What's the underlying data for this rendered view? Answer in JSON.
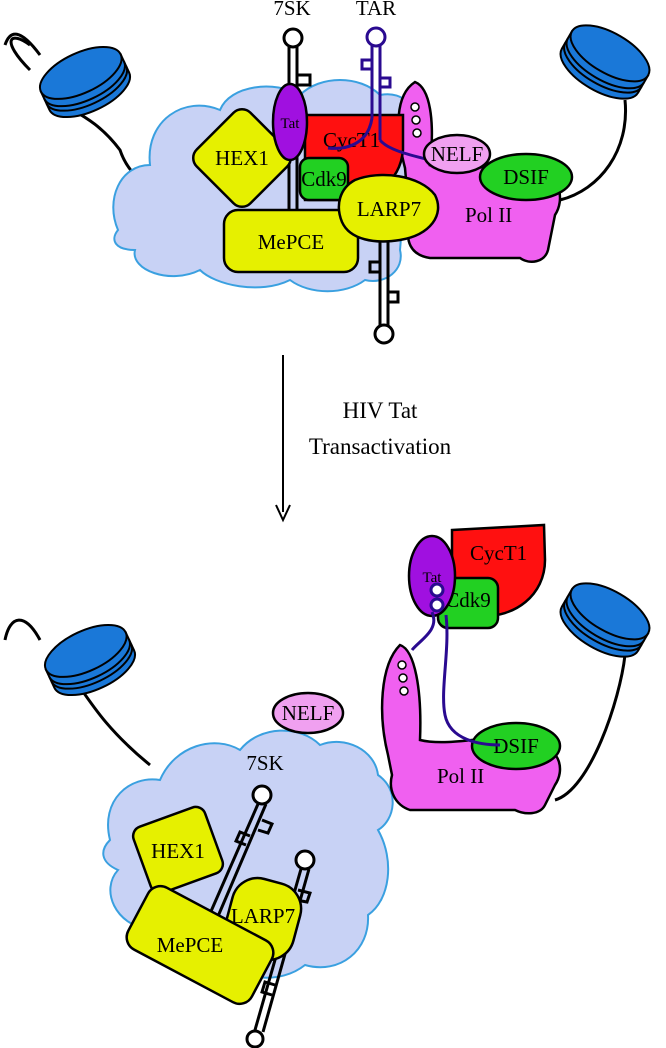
{
  "top_panel": {
    "labels": {
      "rna_7sk": "7SK",
      "tar": "TAR",
      "tat": "Tat",
      "cyct1": "CycT1",
      "cdk9": "Cdk9",
      "hex1": "HEX1",
      "nelf": "NELF",
      "dsif": "DSIF",
      "larp7": "LARP7",
      "pol2": "Pol II",
      "mepce": "MePCE"
    }
  },
  "transition": {
    "line1": "HIV Tat",
    "line2": "Transactivation"
  },
  "bottom_panel": {
    "labels": {
      "tat": "Tat",
      "cyct1": "CycT1",
      "cdk9": "Cdk9",
      "nelf": "NELF",
      "rna_7sk": "7SK",
      "dsif": "DSIF",
      "pol2": "Pol II",
      "hex1": "HEX1",
      "larp7": "LARP7",
      "mepce": "MePCE"
    }
  },
  "colors": {
    "cloud": "#c8d2f5",
    "cloud_edge": "#3aa0e0",
    "yellow": "#e6f000",
    "magenta": "#f060f0",
    "pink": "#f0a0f0",
    "red": "#ff1010",
    "green": "#22d022",
    "purple": "#a010e0",
    "nucleosome": "#1a78d8",
    "tar_stroke": "#2a0a90"
  }
}
